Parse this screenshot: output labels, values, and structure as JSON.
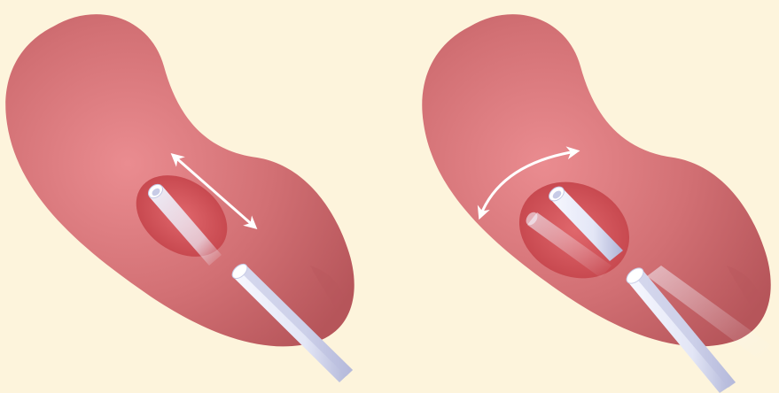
{
  "background_color": "#fdf4dc",
  "colors": {
    "organ_light": "#e8878b",
    "organ_mid": "#d06e72",
    "organ_dark": "#a8474c",
    "cavity": "#c9474e",
    "cavity_light": "#e0676c",
    "instrument": "#ebeefa",
    "instrument_shadow": "#a9aed0",
    "arrow": "#ffffff"
  },
  "panels": [
    {
      "id": "left",
      "motion": "linear-translation",
      "arrow_icon": "double-headed-straight-arrow-icon"
    },
    {
      "id": "right",
      "motion": "angular-pivot",
      "arrow_icon": "double-headed-curved-arrow-icon"
    }
  ]
}
